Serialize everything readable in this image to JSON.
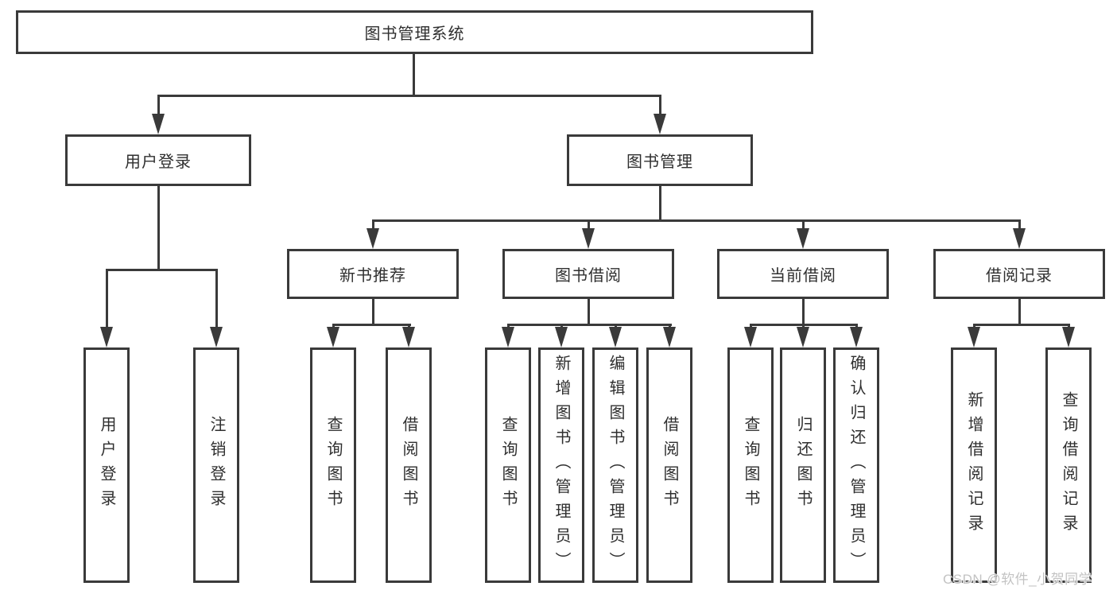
{
  "diagram": {
    "root": "图书管理系统",
    "level2": {
      "user_login": "用户登录",
      "book_mgmt": "图书管理"
    },
    "level3": {
      "new_books": "新书推荐",
      "borrow": "图书借阅",
      "current": "当前借阅",
      "records": "借阅记录"
    },
    "leaves": {
      "user_login": [
        "用户登录",
        "注销登录"
      ],
      "new_books": [
        "查询图书",
        "借阅图书"
      ],
      "borrow": [
        "查询图书",
        "新增图书（管理员）",
        "编辑图书（管理员）",
        "借阅图书"
      ],
      "current": [
        "查询图书",
        "归还图书",
        "确认归还（管理员）"
      ],
      "records": [
        "新增借阅记录",
        "查询借阅记录"
      ]
    }
  },
  "watermark": "CSDN @软件_小贺同学",
  "colors": {
    "line": "#3a3a3a",
    "text": "#2f2f2f",
    "background": "#ffffff",
    "watermark": "#c3c3c3"
  }
}
